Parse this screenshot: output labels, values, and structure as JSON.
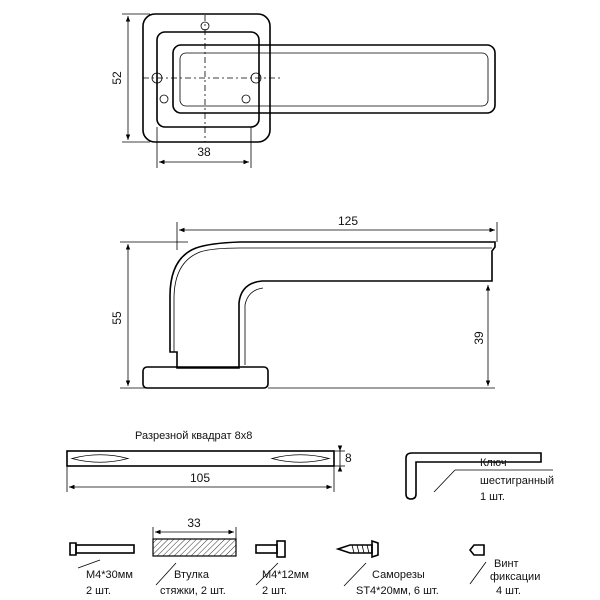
{
  "top_view": {
    "height_dim": "52",
    "width_dim": "38"
  },
  "side_view": {
    "length_dim": "125",
    "height_dim": "55",
    "depth_dim": "39"
  },
  "spindle": {
    "title": "Разрезной квадрат 8х8",
    "thickness_dim": "8",
    "length_dim": "105"
  },
  "hex_key": {
    "line1": "Ключ",
    "line2": "шестигранный",
    "line3": "1 шт."
  },
  "bushing": {
    "length_dim": "33"
  },
  "parts": [
    {
      "line1": "М4*30мм",
      "line2": "2 шт."
    },
    {
      "line1": "Втулка",
      "line2": "стяжки, 2 шт."
    },
    {
      "line1": "М4*12мм",
      "line2": "2 шт."
    },
    {
      "line1": "Саморезы",
      "line2": "ST4*20мм, 6 шт."
    },
    {
      "line1": "Винт",
      "line2": "фиксации",
      "line3": "4 шт."
    }
  ]
}
